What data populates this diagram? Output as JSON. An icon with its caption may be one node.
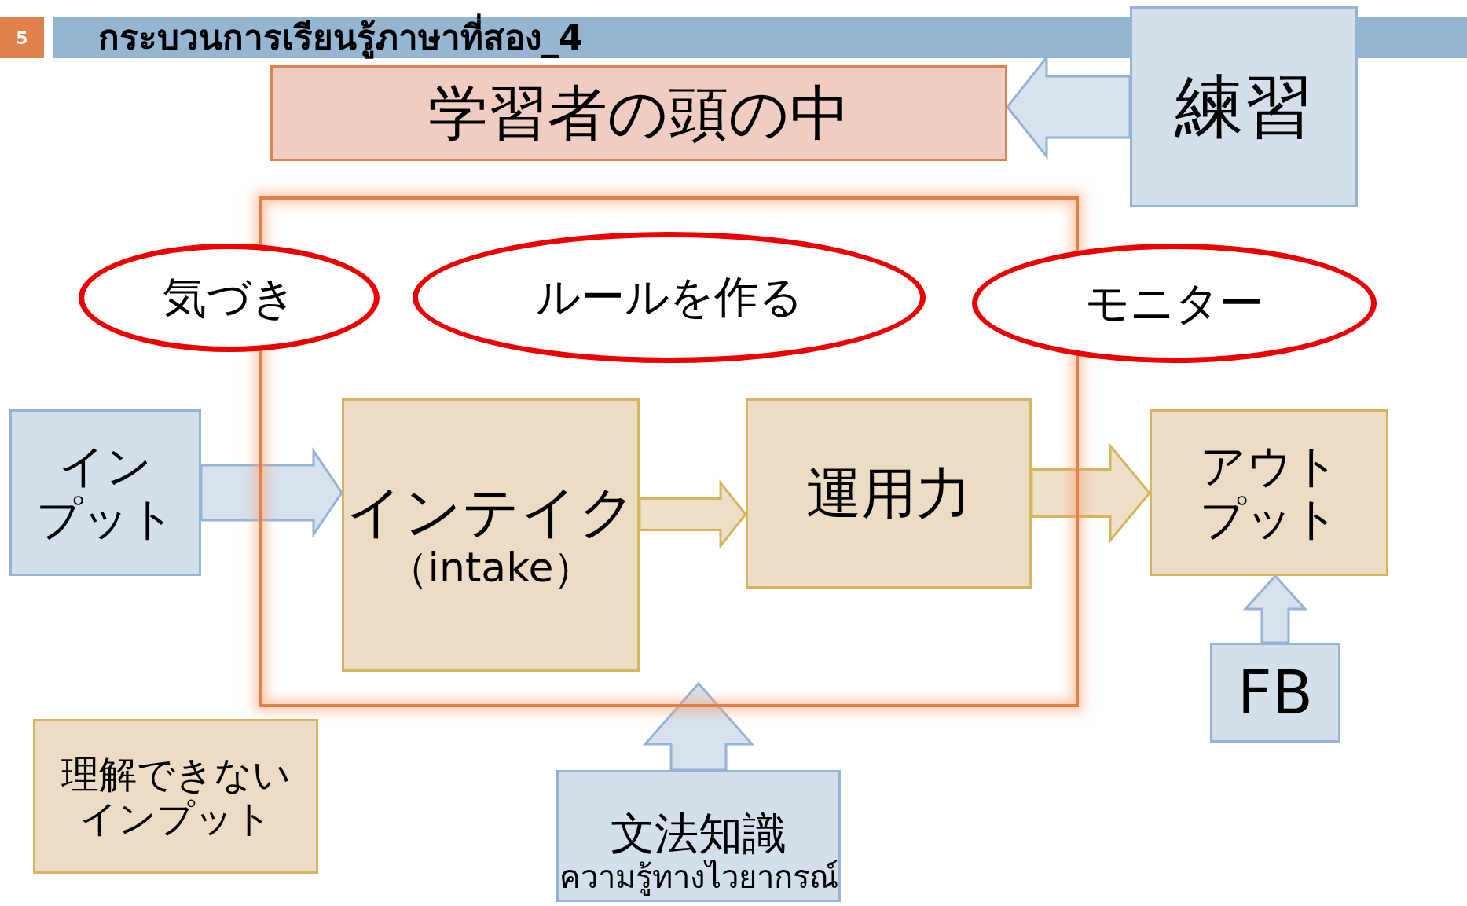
{
  "diagram": {
    "title": "กระบวนการเรียนรู้ภาษาที่สอง_4",
    "nodes": [
      {
        "text": [
          "学習者の頭の中"
        ]
      },
      {
        "text": [
          "練習"
        ]
      },
      {
        "text": [],
        "shape": "box"
      },
      {
        "text": [
          "気づき"
        ]
      },
      {
        "text": [
          "ルールを作る"
        ],
        "in": 2
      },
      {
        "text": [
          "モニター"
        ]
      },
      {
        "text": [
          "インプット"
        ]
      },
      {
        "text": [
          "インテイク",
          "（intake）"
        ],
        "in": 2
      },
      {
        "text": [
          "運用力"
        ],
        "in": 2
      },
      {
        "text": [
          "アウトプット"
        ]
      },
      {
        "text": [
          "FB"
        ]
      },
      {
        "text": [
          "理解できないインプット"
        ]
      },
      {
        "text": [
          "文法知識",
          "ความรู้ทางไวยากรณ์"
        ]
      }
    ],
    "edges": [
      {
        "from": 1,
        "to": 0,
        "arrow": "to"
      },
      {
        "from": 6,
        "to": 7,
        "arrow": "to"
      },
      {
        "from": 7,
        "to": 8,
        "arrow": "to",
        "color": "#ecdcc3"
      },
      {
        "from": 8,
        "to": 9,
        "arrow": "to",
        "color": "#ecdcc3"
      },
      {
        "from": 10,
        "to": 9,
        "arrow": "to"
      },
      {
        "from": 12,
        "to": 2,
        "arrow": "to"
      }
    ],
    "labels": [
      "5"
    ]
  }
}
